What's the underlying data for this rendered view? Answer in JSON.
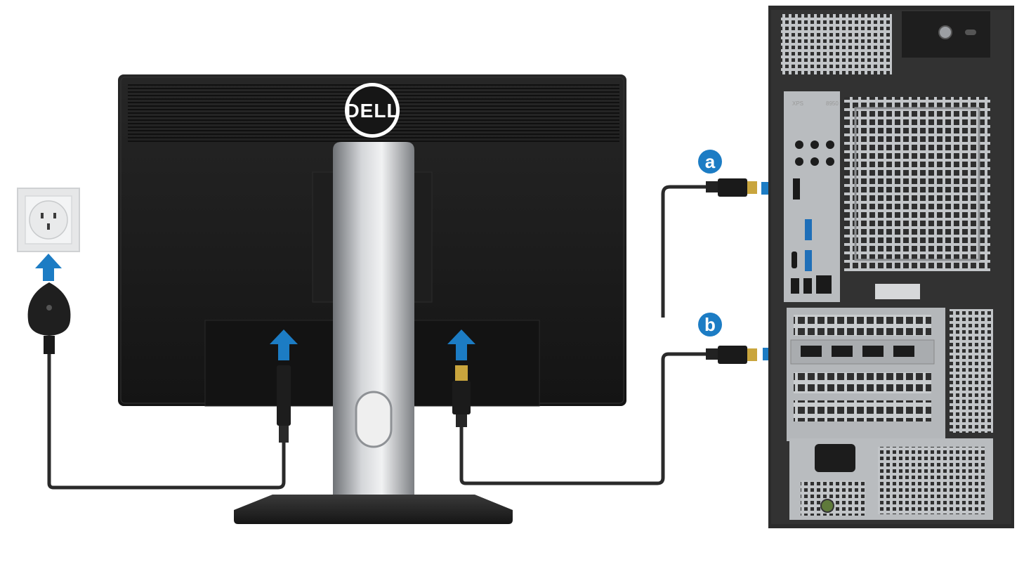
{
  "monitor": {
    "brand_logo": "DELL"
  },
  "tower": {
    "series_label": "XPS",
    "model_label": "8950"
  },
  "callouts": [
    {
      "label": "a"
    },
    {
      "label": "b"
    }
  ],
  "colors": {
    "arrow": "#1c7cc4",
    "callout": "#1c7cc4",
    "cable": "#2a2a2a",
    "connector_gold": "#c9a53d",
    "monitor_body": "#1b1b1b",
    "stand": "#a8abb0",
    "tower_body": "#2b2b2b",
    "tower_panel": "#b9bcbf",
    "outlet": "#e8e9ea"
  },
  "icons": [
    "wall-outlet-icon",
    "power-plug-icon",
    "hdmi-connector-icon",
    "upload-arrow-icon"
  ]
}
